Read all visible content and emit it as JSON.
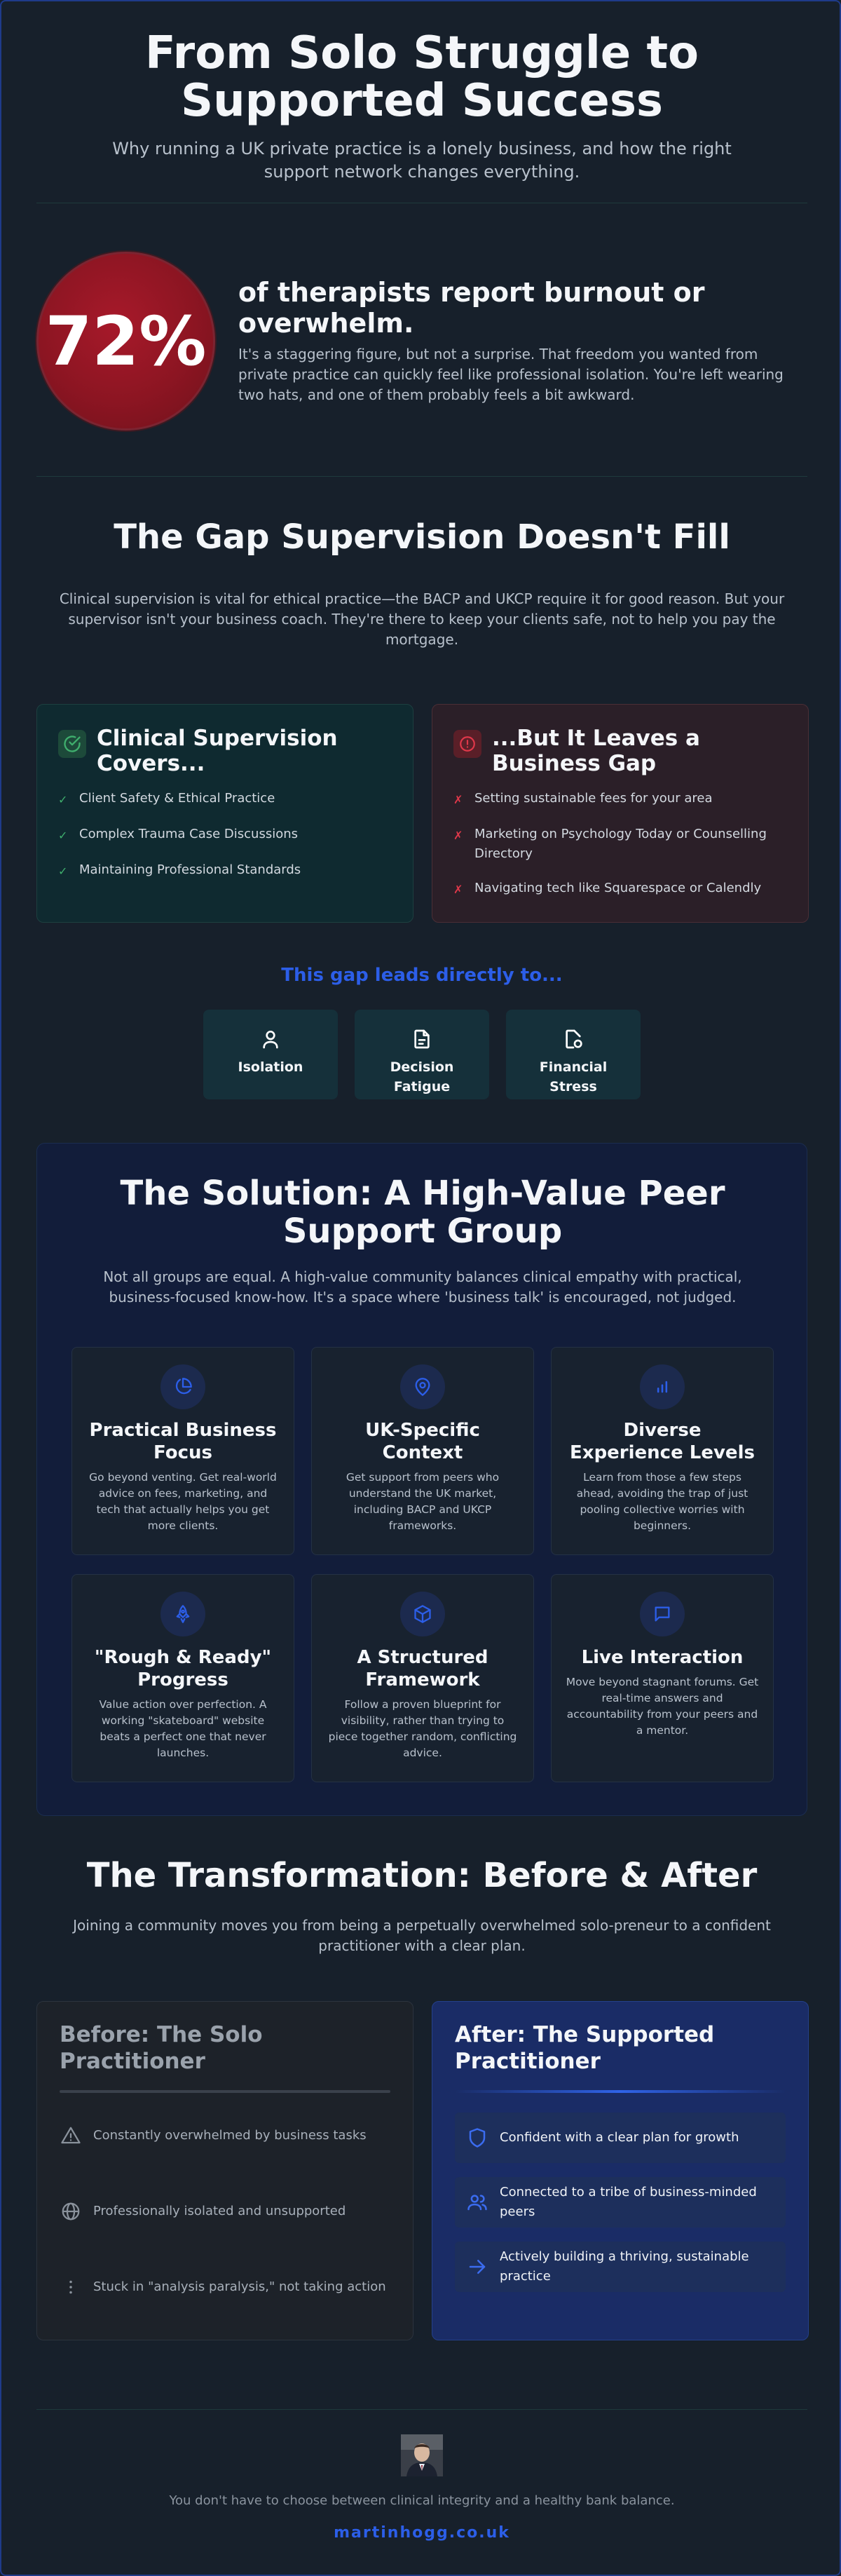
{
  "hero": {
    "title_line1": "From Solo Struggle to",
    "title_line2": "Supported Success",
    "subtitle": "Why running a UK private practice is a lonely business, and how the right support network changes everything."
  },
  "stat": {
    "value": "72%",
    "headline": "of therapists report burnout or overwhelm.",
    "body": "It's a staggering figure, but not a surprise. That freedom you wanted from private practice can quickly feel like professional isolation. You're left wearing two hats, and one of them probably feels a bit awkward."
  },
  "gap": {
    "title": "The Gap Supervision Doesn't Fill",
    "intro": "Clinical supervision is vital for ethical practice—the BACP and UKCP require it for good reason. But your supervisor isn't your business coach. They're there to keep your clients safe, not to help you pay the mortgage.",
    "covers": {
      "title": "Clinical Supervision Covers...",
      "items": [
        "Client Safety & Ethical Practice",
        "Complex Trauma Case Discussions",
        "Maintaining Professional Standards"
      ]
    },
    "leaves": {
      "title": "...But It Leaves a Business Gap",
      "items": [
        "Setting sustainable fees for your area",
        "Marketing on Psychology Today or Counselling Directory",
        "Navigating tech like Squarespace or Calendly"
      ]
    },
    "leads": "This gap leads directly to...",
    "effects": [
      {
        "line1": "Isolation",
        "line2": "",
        "icon": "user-icon"
      },
      {
        "line1": "Decision",
        "line2": "Fatigue",
        "icon": "document-icon"
      },
      {
        "line1": "Financial",
        "line2": "Stress",
        "icon": "money-file-icon"
      }
    ]
  },
  "solution": {
    "title_line1": "The Solution: A High-Value Peer",
    "title_line2": "Support Group",
    "intro": "Not all groups are equal. A high-value community balances clinical empathy with practical, business-focused know-how. It's a space where 'business talk' is encouraged, not judged.",
    "features": [
      {
        "title": "Practical Business Focus",
        "body": "Go beyond venting. Get real-world advice on fees, marketing, and tech that actually helps you get more clients.",
        "icon": "pie-chart-icon"
      },
      {
        "title": "UK-Specific Context",
        "body": "Get support from peers who understand the UK market, including BACP and UKCP frameworks.",
        "icon": "map-pin-icon"
      },
      {
        "title": "Diverse Experience Levels",
        "body": "Learn from those a few steps ahead, avoiding the trap of just pooling collective worries with beginners.",
        "icon": "bar-chart-icon"
      },
      {
        "title": "\"Rough & Ready\" Progress",
        "body": "Value action over perfection. A working \"skateboard\" website beats a perfect one that never launches.",
        "icon": "rocket-icon"
      },
      {
        "title": "A Structured Framework",
        "body": "Follow a proven blueprint for visibility, rather than trying to piece together random, conflicting advice.",
        "icon": "cube-icon"
      },
      {
        "title": "Live Interaction",
        "body": "Move beyond stagnant forums. Get real-time answers and accountability from your peers and a mentor.",
        "icon": "chat-icon"
      }
    ]
  },
  "transformation": {
    "title": "The Transformation: Before & After",
    "intro": "Joining a community moves you from being a perpetually overwhelmed solo-preneur to a confident practitioner with a clear plan.",
    "before": {
      "title": "Before: The Solo Practitioner",
      "items": [
        {
          "text": "Constantly overwhelmed by business tasks",
          "icon": "warning-icon"
        },
        {
          "text": "Professionally isolated and unsupported",
          "icon": "globe-icon"
        },
        {
          "text": "Stuck in \"analysis paralysis,\" not taking action",
          "icon": "more-vertical-icon"
        }
      ]
    },
    "after": {
      "title": "After: The Supported Practitioner",
      "items": [
        {
          "text": "Confident with a clear plan for growth",
          "icon": "shield-icon"
        },
        {
          "text": "Connected to a tribe of business-minded peers",
          "icon": "users-icon"
        },
        {
          "text": "Actively building a thriving, sustainable practice",
          "icon": "arrow-right-icon"
        }
      ]
    }
  },
  "footer": {
    "tagline": "You don't have to choose between clinical integrity and a healthy bank balance.",
    "link": "martinhogg.co.uk"
  },
  "colors": {
    "background": "#17202b",
    "accent_blue": "#2c5ee8",
    "stat_red": "#8c1522",
    "check_green": "#3fae6d",
    "cross_red": "#e0384a"
  }
}
